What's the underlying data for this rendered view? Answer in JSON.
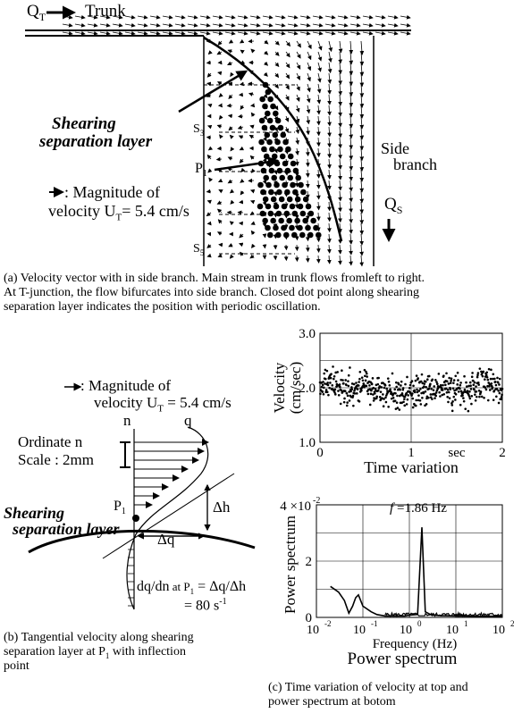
{
  "panel_a": {
    "flow_in_label": "Q",
    "flow_in_sub": "T",
    "trunk_label": "Trunk",
    "layer_label_1": "Shearing",
    "layer_label_2": "separation layer",
    "s3": "S",
    "s3_sub": "3",
    "s5": "S",
    "s5_sub": "5",
    "p1": "P",
    "p1_sub": "1",
    "side_label_1": "Side",
    "side_label_2": "branch",
    "flow_out_label": "Q",
    "flow_out_sub": "S",
    "magnitude_1": ": Magnitude of",
    "magnitude_2": "velocity U",
    "magnitude_sub": "T",
    "magnitude_val": "= 5.4 cm/s",
    "caption_1": "(a)  Velocity vector with in side branch. Main stream in trunk flows fromleft to right.",
    "caption_2": "At T-junction, the flow bifurcates into side branch. Closed dot point along shearing",
    "caption_3": "separation layer indicates the position with periodic oscillation."
  },
  "panel_b": {
    "magnitude_1": ": Magnitude of",
    "magnitude_2": "velocity U",
    "magnitude_sub": "T",
    "magnitude_val": " = 5.4 cm/s",
    "n_label": "n",
    "q_label": "q",
    "ordinate_1": "Ordinate n",
    "ordinate_2": "Scale : 2mm",
    "p1": "P",
    "p1_sub": "1",
    "dh": "Δh",
    "dq": "Δq",
    "layer_label_1": "Shearing",
    "layer_label_2": "separation layer",
    "formula_1a": "dq/dn",
    "formula_1b": " at P",
    "formula_1c": "1",
    "formula_1d": " = Δq/Δh",
    "formula_2": "=  80 s",
    "formula_2_sup": "-1",
    "caption_1": "(b) Tangential velocity along shearing",
    "caption_2a": "separation layer at P",
    "caption_2b": "1",
    "caption_2c": " with inflection",
    "caption_3": "point"
  },
  "panel_c": {
    "vel_ylabel_1": "Velocity",
    "vel_ylabel_2": "(cm/sec)",
    "vel_yticks": [
      "3.0",
      "2.0",
      "1.0"
    ],
    "vel_xticks": [
      "0",
      "1",
      "2"
    ],
    "vel_xunit": "sec",
    "vel_title": "Time variation",
    "ps_ylabel": "Power spectrum",
    "ps_yscale": "4 ×10",
    "ps_yscale_exp": "-2",
    "ps_yticks": [
      "2",
      "0"
    ],
    "ps_xtick_base": "10",
    "ps_xtick_exps": [
      "-2",
      "-1",
      "0",
      "1",
      "2"
    ],
    "ps_peak_f": "f",
    "ps_peak_val": "=1.86 Hz",
    "ps_xlabel": "Frequency (Hz)",
    "ps_title": "Power spectrum",
    "caption_1": "(c)  Time variation of velocity at top and",
    "caption_2": "power spectrum at botom"
  },
  "chart_data": [
    {
      "type": "scatter",
      "xlabel": "Time variation",
      "ylabel": "Velocity (cm/sec)",
      "xlim": [
        0,
        2
      ],
      "ylim": [
        1.0,
        3.0
      ],
      "x_unit": "sec",
      "grid": true,
      "series": [
        {
          "x": [
            0.0,
            0.1,
            0.2,
            0.3,
            0.4,
            0.5,
            0.6,
            0.7,
            0.8,
            0.9,
            1.0,
            1.1,
            1.2,
            1.3,
            1.4,
            1.5,
            1.6,
            1.7,
            1.8,
            1.9,
            2.0
          ],
          "y": [
            2.0,
            2.1,
            2.05,
            1.95,
            2.0,
            2.05,
            1.95,
            1.9,
            1.95,
            1.85,
            1.9,
            2.0,
            1.95,
            2.0,
            2.0,
            1.95,
            1.9,
            2.05,
            2.1,
            2.0,
            1.95
          ]
        }
      ]
    },
    {
      "type": "line",
      "title": "Power spectrum",
      "xlabel": "Frequency (Hz)",
      "ylabel": "Power spectrum",
      "x_scale": "log",
      "xlim": [
        0.01,
        100
      ],
      "ylim": [
        0,
        0.04
      ],
      "grid": true,
      "annotation": "f=1.86 Hz",
      "series": [
        {
          "x": [
            0.02,
            0.03,
            0.04,
            0.05,
            0.06,
            0.07,
            0.08,
            0.1,
            0.15,
            0.2,
            0.3,
            0.5,
            0.8,
            1.0,
            1.5,
            1.86,
            2.2,
            3,
            5,
            10,
            30,
            100
          ],
          "y": [
            0.011,
            0.009,
            0.006,
            0.0015,
            0.004,
            0.007,
            0.008,
            0.004,
            0.002,
            0.001,
            0.0005,
            0.0005,
            0.0005,
            0.0008,
            0.001,
            0.032,
            0.002,
            0.0008,
            0.0006,
            0.0005,
            0.0004,
            0.0004
          ]
        }
      ]
    }
  ]
}
